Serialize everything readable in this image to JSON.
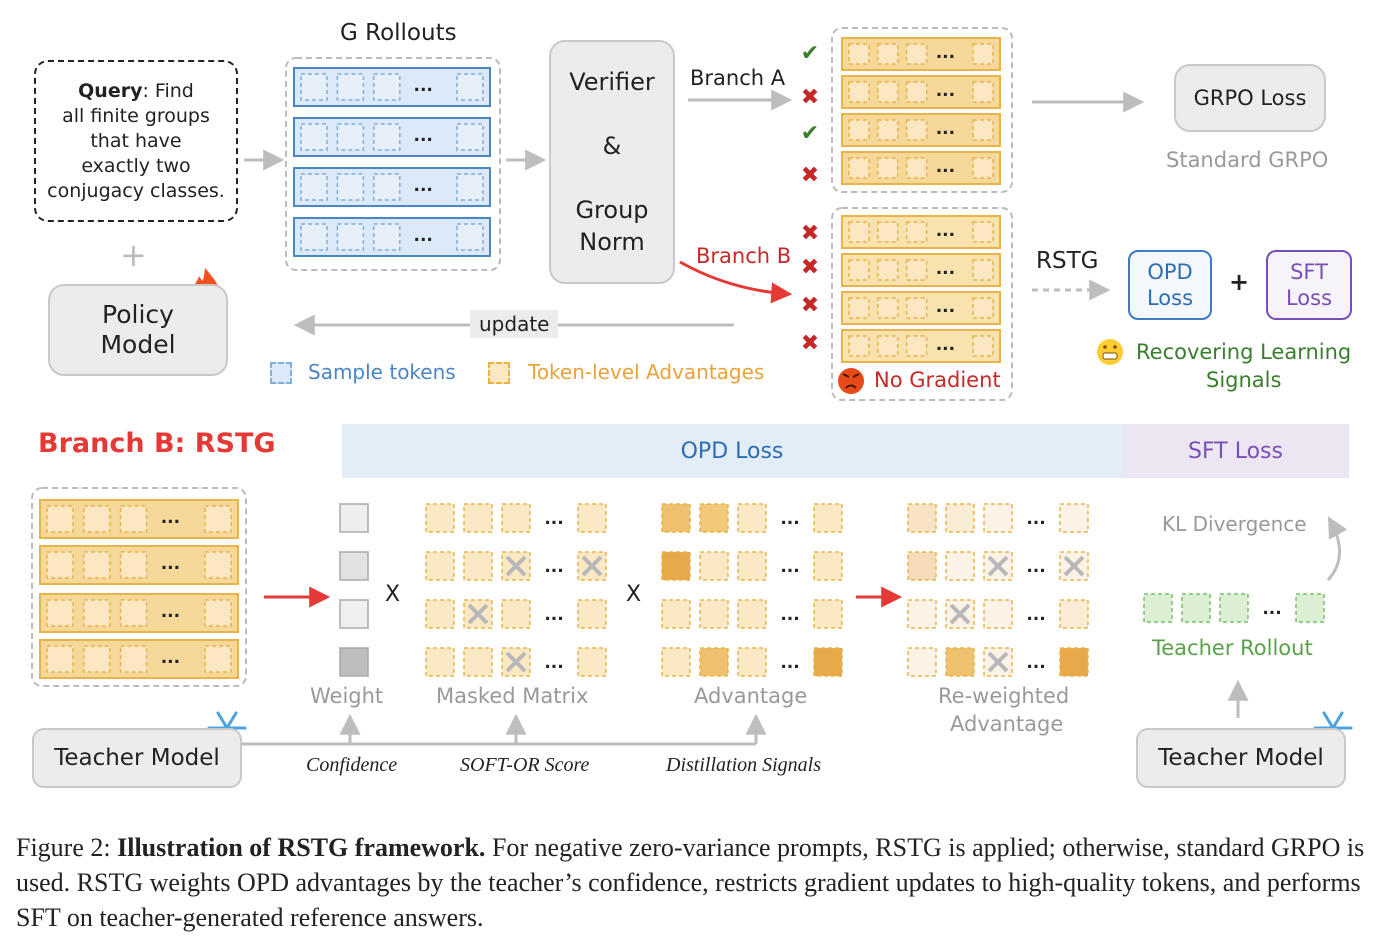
{
  "top": {
    "query_label": "Query",
    "query_text_line1": ": Find",
    "query_text_rest": [
      "all finite groups",
      "that have",
      "exactly two",
      "conjugacy classes."
    ],
    "plus_sign": "+",
    "policy_model_line1": "Policy",
    "policy_model_line2": "Model",
    "rollouts_title": "G Rollouts",
    "verifier_line1": "Verifier",
    "verifier_amp": "&",
    "verifier_line2": "Group",
    "verifier_line3": "Norm",
    "branch_a": "Branch A",
    "branch_b": "Branch B",
    "grpo_loss": "GRPO Loss",
    "standard_grpo": "Standard GRPO",
    "rstg": "RSTG",
    "opd_loss_line1": "OPD",
    "opd_loss_line2": "Loss",
    "sft_loss_line1": "SFT",
    "sft_loss_line2": "Loss",
    "plus_small": "+",
    "recovering_line1": "Recovering Learning",
    "recovering_line2": "Signals",
    "update": "update",
    "legend_sample": "Sample tokens",
    "legend_token": "Token-level Advantages",
    "no_gradient": "No Gradient",
    "ellipsis": "...",
    "check_mark": "✔",
    "cross_mark": "✖",
    "branch_a_marks": [
      "check",
      "cross",
      "check",
      "cross"
    ],
    "branch_b_marks": [
      "cross",
      "cross",
      "cross",
      "cross"
    ]
  },
  "bottom": {
    "title": "Branch B: RSTG",
    "opd_band": "OPD Loss",
    "sft_band": "SFT Loss",
    "weight": "Weight",
    "masked_matrix": "Masked Matrix",
    "advantage": "Advantage",
    "reweighted_line1": "Re-weighted",
    "reweighted_line2": "Advantage",
    "times1": "X",
    "times2": "X",
    "kl_divergence": "KL Divergence",
    "teacher_rollout": "Teacher Rollout",
    "teacher_model_left": "Teacher Model",
    "teacher_model_right": "Teacher Model",
    "confidence": "Confidence",
    "soft_or": "SOFT-OR Score",
    "distillation": "Distillation Signals"
  },
  "caption": {
    "prefix": "Figure 2: ",
    "bold": "Illustration of RSTG framework.",
    "rest": " For negative zero-variance prompts, RSTG is applied; otherwise, standard GRPO is used. RSTG weights OPD advantages by the teacher’s confidence, restricts gradient updates to high-quality tokens, and performs SFT on teacher-generated reference answers."
  },
  "colors": {
    "blue_fill": "#dbe9f8",
    "blue_stroke": "#4a86c6",
    "orange_fill": "#f6d99a",
    "orange_stroke": "#e8b449",
    "green": "#3a7d2e",
    "red": "#c62828",
    "gray_text": "#999999",
    "opd_band": "#e3edf7",
    "sft_band": "#ebe6f2",
    "purple": "#7a4fb5",
    "teacher_green": "#5aa04a"
  }
}
